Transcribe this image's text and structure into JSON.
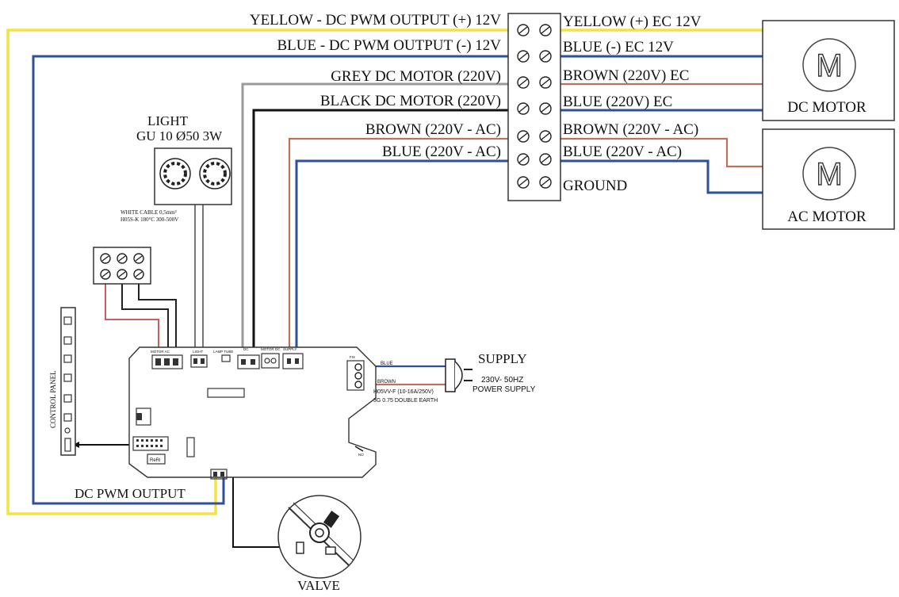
{
  "terminal_left_labels": [
    "YELLOW - DC PWM OUTPUT (+) 12V",
    "BLUE - DC PWM OUTPUT  (-) 12V",
    "GREY DC MOTOR (220V)",
    "BLACK DC MOTOR (220V)",
    "BROWN (220V - AC)",
    "BLUE (220V - AC)"
  ],
  "terminal_right_labels": [
    "YELLOW (+) EC 12V",
    "BLUE (-) EC 12V",
    "BROWN (220V) EC",
    "BLUE  (220V) EC",
    "BROWN (220V - AC)",
    "BLUE (220V - AC)",
    "GROUND"
  ],
  "dc_motor": {
    "symbol": "M",
    "label": "DC MOTOR"
  },
  "ac_motor": {
    "symbol": "M",
    "label": "AC MOTOR"
  },
  "light": {
    "title_line1": "LIGHT",
    "title_line2": "GU 10 Ø50 3W",
    "cable_line1": "WHITE CABLE 0,5mm²",
    "cable_line2": "H05S-K 180°C 300-500V"
  },
  "supply": {
    "title": "SUPPLY",
    "spec_line1": "230V- 50HZ",
    "spec_line2": "POWER SUPPLY",
    "wire_blue": "BLUE",
    "wire_brown": "BROWN",
    "cable_line1": "H05VV-F (10-16A/250V)",
    "cable_line2": "3G 0.75 DOUBLE EARTH"
  },
  "control_panel_label": "CONTROL PANEL",
  "dc_pwm_output_label": "DC PWM OUTPUT",
  "valve_label": "VALVE",
  "pcb": {
    "conn_labels": [
      "MOTOR AC",
      "LIGHT",
      "LAMP TUBE",
      "DC",
      "MOTOR DC",
      "SUPPLY",
      "FIX",
      "NO"
    ],
    "reset_label": "ReRi"
  },
  "colors": {
    "yellow": "#f0e442",
    "blue": "#2f4e9c",
    "grey": "#9a9a9a",
    "black": "#111111",
    "brown": "#b8735a",
    "red": "#c9605e"
  }
}
